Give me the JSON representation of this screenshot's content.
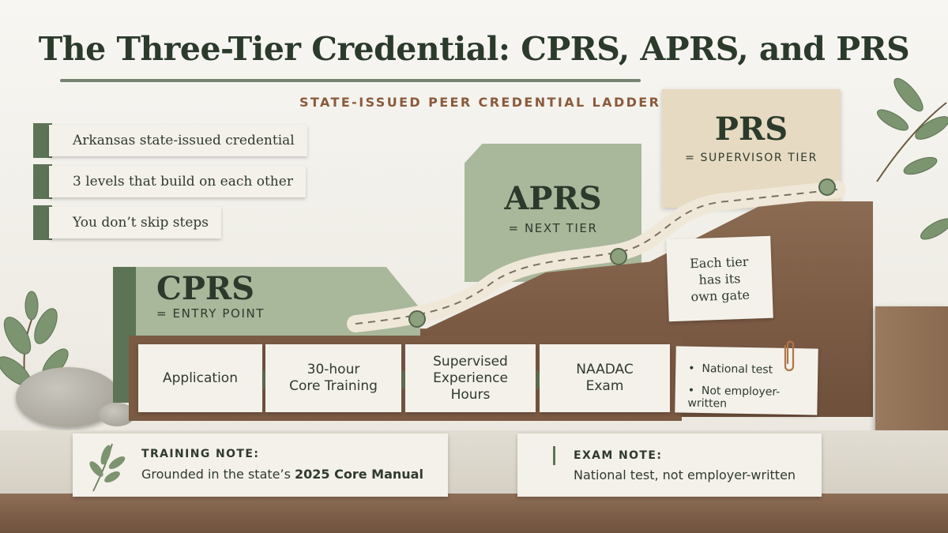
{
  "title": "The Three-Tier Credential: CPRS, APRS, and PRS",
  "subtitle": "STATE-ISSUED PEER CREDENTIAL LADDER",
  "bullets": [
    "Arkansas state-issued credential",
    "3 levels that build on each other",
    "You don’t skip steps"
  ],
  "tiers": {
    "cprs": {
      "name": "CPRS",
      "desc": "= ENTRY POINT"
    },
    "aprs": {
      "name": "APRS",
      "desc": "= NEXT TIER"
    },
    "prs": {
      "name": "PRS",
      "desc": "= SUPERVISOR TIER"
    }
  },
  "gate_note": [
    "Each tier",
    "has its",
    "own gate"
  ],
  "steps": [
    [
      "Application"
    ],
    [
      "30-hour",
      "Core Training"
    ],
    [
      "Supervised",
      "Experience",
      "Hours"
    ],
    [
      "NAADAC",
      "Exam"
    ]
  ],
  "exam_points": [
    "National test",
    "Not employer-written"
  ],
  "training_note": {
    "heading": "TRAINING NOTE:",
    "body_prefix": "Grounded in the state’s ",
    "body_bold": "2025 Core Manual"
  },
  "exam_note": {
    "heading": "EXAM NOTE:",
    "body": "National test, not employer-written"
  },
  "colors": {
    "sage": "#5d7356",
    "sage_light": "#a9b79b",
    "paper": "#f4f1ea",
    "wood": "#7d5c45",
    "accent": "#8a5a3c",
    "ink": "#2b3a2b"
  },
  "icons": [
    "leaf-sprig-icon",
    "paperclip-icon",
    "rivet-icon"
  ]
}
